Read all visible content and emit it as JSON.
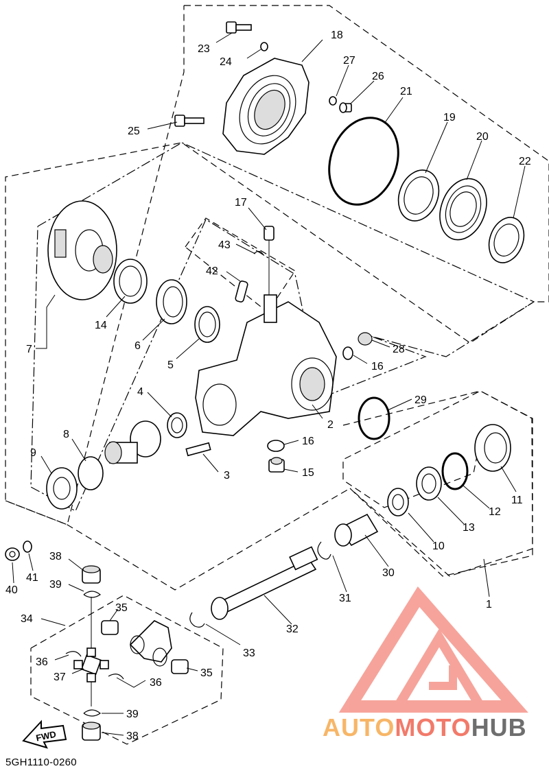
{
  "diagram_code": "5GH1110-0260",
  "fwd_label": "FWD",
  "watermark": {
    "part1": "AUTO",
    "part2": "MOTO",
    "part3": "HUB"
  },
  "callouts": [
    {
      "id": "23",
      "text": "23"
    },
    {
      "id": "24",
      "text": "24"
    },
    {
      "id": "18",
      "text": "18"
    },
    {
      "id": "27",
      "text": "27"
    },
    {
      "id": "26",
      "text": "26"
    },
    {
      "id": "21",
      "text": "21"
    },
    {
      "id": "19",
      "text": "19"
    },
    {
      "id": "20",
      "text": "20"
    },
    {
      "id": "22",
      "text": "22"
    },
    {
      "id": "25",
      "text": "25"
    },
    {
      "id": "17",
      "text": "17"
    },
    {
      "id": "43",
      "text": "43"
    },
    {
      "id": "42",
      "text": "42"
    },
    {
      "id": "14",
      "text": "14"
    },
    {
      "id": "6",
      "text": "6"
    },
    {
      "id": "5",
      "text": "5"
    },
    {
      "id": "7",
      "text": "7"
    },
    {
      "id": "28",
      "text": "28"
    },
    {
      "id": "16a",
      "text": "16"
    },
    {
      "id": "29",
      "text": "29"
    },
    {
      "id": "4",
      "text": "4"
    },
    {
      "id": "2",
      "text": "2"
    },
    {
      "id": "8",
      "text": "8"
    },
    {
      "id": "16b",
      "text": "16"
    },
    {
      "id": "9",
      "text": "9"
    },
    {
      "id": "3",
      "text": "3"
    },
    {
      "id": "15",
      "text": "15"
    },
    {
      "id": "11",
      "text": "11"
    },
    {
      "id": "12",
      "text": "12"
    },
    {
      "id": "13",
      "text": "13"
    },
    {
      "id": "10",
      "text": "10"
    },
    {
      "id": "30",
      "text": "30"
    },
    {
      "id": "31",
      "text": "31"
    },
    {
      "id": "1",
      "text": "1"
    },
    {
      "id": "38a",
      "text": "38"
    },
    {
      "id": "39a",
      "text": "39"
    },
    {
      "id": "40",
      "text": "40"
    },
    {
      "id": "41",
      "text": "41"
    },
    {
      "id": "34",
      "text": "34"
    },
    {
      "id": "35a",
      "text": "35"
    },
    {
      "id": "32",
      "text": "32"
    },
    {
      "id": "33",
      "text": "33"
    },
    {
      "id": "36a",
      "text": "36"
    },
    {
      "id": "37",
      "text": "37"
    },
    {
      "id": "36b",
      "text": "36"
    },
    {
      "id": "35b",
      "text": "35"
    },
    {
      "id": "39b",
      "text": "39"
    },
    {
      "id": "38b",
      "text": "38"
    }
  ]
}
